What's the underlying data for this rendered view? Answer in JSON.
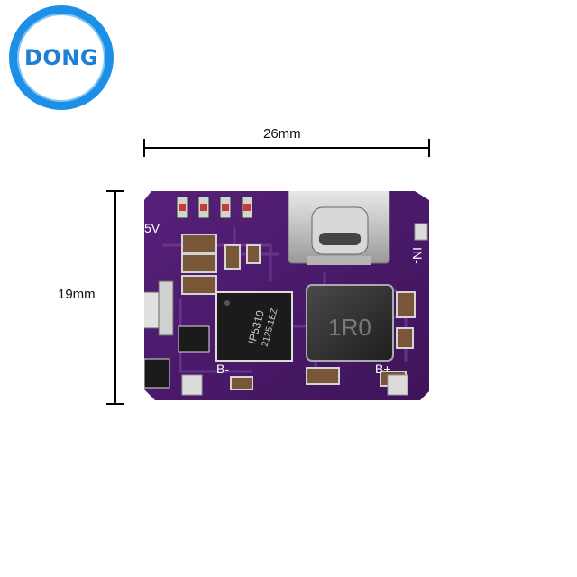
{
  "logo": {
    "text": "DONG",
    "ring_color": "#1e8fe6"
  },
  "dimensions": {
    "width_label": "26mm",
    "height_label": "19mm"
  },
  "board": {
    "pcb_color": "#4a1a6a",
    "chip_marking_line1": "IP5310",
    "chip_marking_line2": "2125.1EZ",
    "inductor_marking": "1R0",
    "labels": {
      "five_v": "5V",
      "in": "IN-",
      "b_minus": "B-",
      "b_plus": "B+"
    },
    "connector": "usb-type-c"
  }
}
